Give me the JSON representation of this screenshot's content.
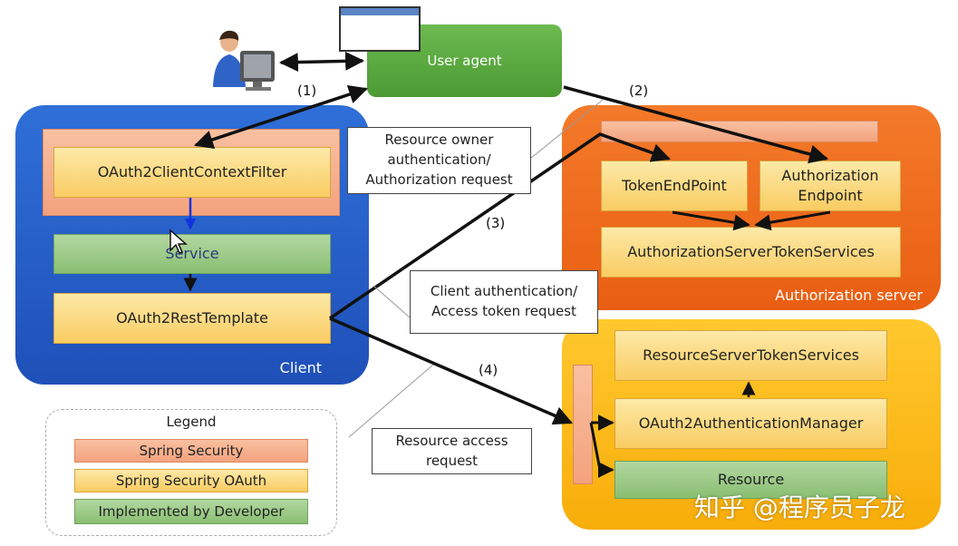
{
  "user_agent": "User agent",
  "steps": [
    "(1)",
    "(2)",
    "(3)",
    "(4)"
  ],
  "client": {
    "label": "Client",
    "filter": "OAuth2ClientContextFilter",
    "service": "Service",
    "rest_template": "OAuth2RestTemplate"
  },
  "auth_server": {
    "label": "Authorization server",
    "token_endpoint": "TokenEndPoint",
    "authorization_endpoint_line1": "Authorization",
    "authorization_endpoint_line2": "Endpoint",
    "token_services": "AuthorizationServerTokenServices"
  },
  "resource_server": {
    "token_services": "ResourceServerTokenServices",
    "auth_manager": "OAuth2AuthenticationManager",
    "resource": "Resource"
  },
  "notes": {
    "resource_owner_line1": "Resource owner",
    "resource_owner_line2": "authentication/",
    "resource_owner_line3": "Authorization request",
    "client_auth_line1": "Client authentication/",
    "client_auth_line2": "Access token request",
    "resource_access_line1": "Resource access",
    "resource_access_line2": "request"
  },
  "legend": {
    "title": "Legend",
    "items": [
      "Spring Security",
      "Spring Security OAuth",
      "Implemented by Developer"
    ]
  },
  "colors": {
    "spring_security": "#f3a27e",
    "spring_security_oauth": "#f9cc62",
    "implemented_by_developer": "#89bf72",
    "client_region": "#1f50b8",
    "auth_server_region": "#e95e12",
    "resource_server_region": "#f8ad0a",
    "user_agent": "#4c9a33"
  },
  "icons": [
    "user-at-computer-icon",
    "browser-window-icon",
    "mouse-cursor-icon"
  ],
  "watermark": "知乎 @程序员子龙"
}
